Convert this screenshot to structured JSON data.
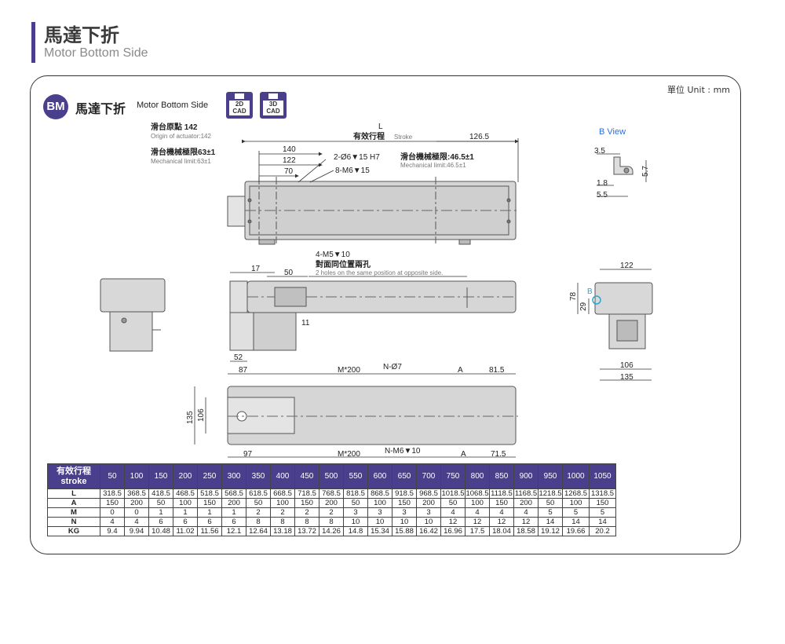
{
  "header": {
    "title": "馬達下折",
    "subtitle": "Motor Bottom Side"
  },
  "unit_label": "單位 Unit : mm",
  "badge": {
    "code": "BM",
    "title": "馬達下折",
    "subtitle": "Motor Bottom Side"
  },
  "cad_icons": [
    {
      "line1": "2D",
      "line2": "CAD"
    },
    {
      "line1": "3D",
      "line2": "CAD"
    }
  ],
  "annotations": {
    "origin_zh": "滑台原點 142",
    "origin_en": "Origin of actuator:142",
    "mech_limit_left_zh": "滑台機械極限63±1",
    "mech_limit_left_en": "Mechanical limit:63±1",
    "L": "L",
    "stroke_zh": "有效行程",
    "stroke_en": "Stroke",
    "d126_5": "126.5",
    "d140": "140",
    "d122": "122",
    "d70": "70",
    "holes_pin": "2-Ø6▼15 H7",
    "holes_m6": "8-M6▼15",
    "mech_limit_right_zh": "滑台機械極限:46.5±1",
    "mech_limit_right_en": "Mechanical limit:46.5±1",
    "b_view": "B View",
    "d3_5": "3.5",
    "d5_7": "5.7",
    "d1_8": "1.8",
    "d5_5": "5.5",
    "m5": "4-M5▼10",
    "opp_zh": "對面同位置兩孔",
    "opp_en": "2 holes on the same position at opposite side.",
    "d17": "17",
    "d50": "50",
    "d11": "11",
    "d122b": "122",
    "d78": "78",
    "d29": "29",
    "b_mark": "B",
    "d52": "52",
    "d106r": "106",
    "d135r": "135",
    "d87": "87",
    "m200a": "M*200",
    "n07": "N-Ø7",
    "a1": "A",
    "d81_5": "81.5",
    "d135v": "135",
    "d106v": "106",
    "d97": "97",
    "m200b": "M*200",
    "nm6": "N-M6▼10",
    "a2": "A",
    "d71_5": "71.5"
  },
  "table": {
    "head_zh": "有效行程",
    "head_en": "stroke",
    "strokes": [
      "50",
      "100",
      "150",
      "200",
      "250",
      "300",
      "350",
      "400",
      "450",
      "500",
      "550",
      "600",
      "650",
      "700",
      "750",
      "800",
      "850",
      "900",
      "950",
      "1000",
      "1050"
    ],
    "rows": [
      {
        "label": "L",
        "values": [
          "318.5",
          "368.5",
          "418.5",
          "468.5",
          "518.5",
          "568.5",
          "618.5",
          "668.5",
          "718.5",
          "768.5",
          "818.5",
          "868.5",
          "918.5",
          "968.5",
          "1018.5",
          "1068.5",
          "1118.5",
          "1168.5",
          "1218.5",
          "1268.5",
          "1318.5"
        ]
      },
      {
        "label": "A",
        "values": [
          "150",
          "200",
          "50",
          "100",
          "150",
          "200",
          "50",
          "100",
          "150",
          "200",
          "50",
          "100",
          "150",
          "200",
          "50",
          "100",
          "150",
          "200",
          "50",
          "100",
          "150"
        ]
      },
      {
        "label": "M",
        "values": [
          "0",
          "0",
          "1",
          "1",
          "1",
          "1",
          "2",
          "2",
          "2",
          "2",
          "3",
          "3",
          "3",
          "3",
          "4",
          "4",
          "4",
          "4",
          "5",
          "5",
          "5"
        ]
      },
      {
        "label": "N",
        "values": [
          "4",
          "4",
          "6",
          "6",
          "6",
          "6",
          "8",
          "8",
          "8",
          "8",
          "10",
          "10",
          "10",
          "10",
          "12",
          "12",
          "12",
          "12",
          "14",
          "14",
          "14"
        ]
      },
      {
        "label": "KG",
        "values": [
          "9.4",
          "9.94",
          "10.48",
          "11.02",
          "11.56",
          "12.1",
          "12.64",
          "13.18",
          "13.72",
          "14.26",
          "14.8",
          "15.34",
          "15.88",
          "16.42",
          "16.96",
          "17.5",
          "18.04",
          "18.58",
          "19.12",
          "19.66",
          "20.2"
        ]
      }
    ]
  },
  "colors": {
    "accent": "#4a3f8c",
    "body_fill": "#c8c8c8",
    "dim_line": "#333333",
    "highlight": "#2aa6d6"
  }
}
